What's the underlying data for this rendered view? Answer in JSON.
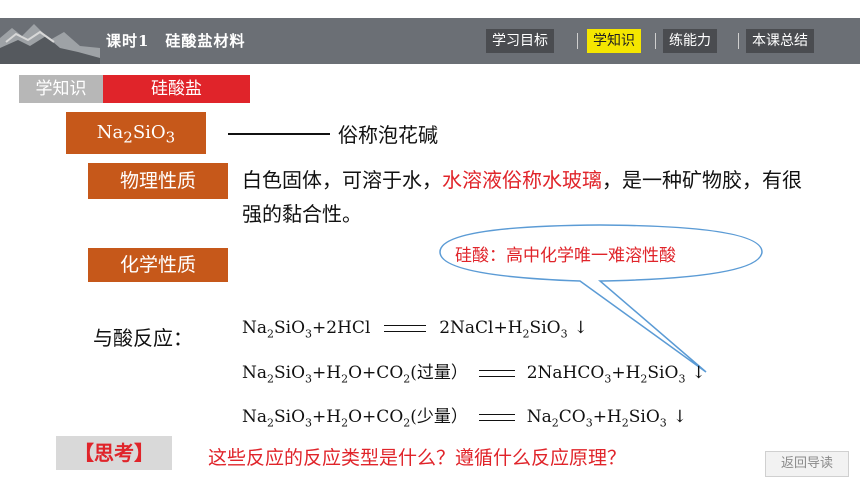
{
  "header": {
    "lesson_title": "课时1　硅酸盐材料",
    "nav": [
      "学习目标",
      "学知识",
      "练能力",
      "本课总结"
    ],
    "active_tab": "学知识"
  },
  "section_tags": {
    "left": "学知识",
    "right": "硅酸盐"
  },
  "compound": {
    "formula": [
      "Na",
      "2",
      "SiO",
      "3"
    ],
    "common_name": "俗称泡花碱"
  },
  "physical": {
    "label": "物理性质",
    "text_a": "白色固体，可溶于水，",
    "text_red": "水溶液俗称水玻璃",
    "text_b": "，是一种矿物胶，有很强的黏合性。"
  },
  "chemical": {
    "label": "化学性质",
    "bubble": "硅酸：高中化学唯一难溶性酸",
    "acid_label": "与酸反应：",
    "eq1": {
      "lhs": [
        "Na",
        "2",
        "SiO",
        "3",
        "+2HCl"
      ],
      "rhs": [
        "2NaCl+H",
        "2",
        "SiO",
        "3"
      ]
    },
    "eq2": {
      "lhs": [
        "Na",
        "2",
        "SiO",
        "3",
        "+H",
        "2",
        "O+CO",
        "2",
        "(过量）"
      ],
      "rhs": [
        "2NaHCO",
        "3",
        "+H",
        "2",
        "SiO",
        "3"
      ]
    },
    "eq3": {
      "lhs": [
        "Na",
        "2",
        "SiO",
        "3",
        "+H",
        "2",
        "O+CO",
        "2",
        "(少量）"
      ],
      "rhs": [
        "Na",
        "2",
        "CO",
        "3",
        "+H",
        "2",
        "SiO",
        "3"
      ]
    }
  },
  "think": {
    "label": "【思考】",
    "question": "这些反应的反应类型是什么？遵循什么反应原理？"
  },
  "footer": {
    "back": "返回导读"
  },
  "colors": {
    "header": "#6b6f75",
    "accent_red": "#e0242a",
    "orange": "#c6581a",
    "active_tab": "#f5e600"
  }
}
